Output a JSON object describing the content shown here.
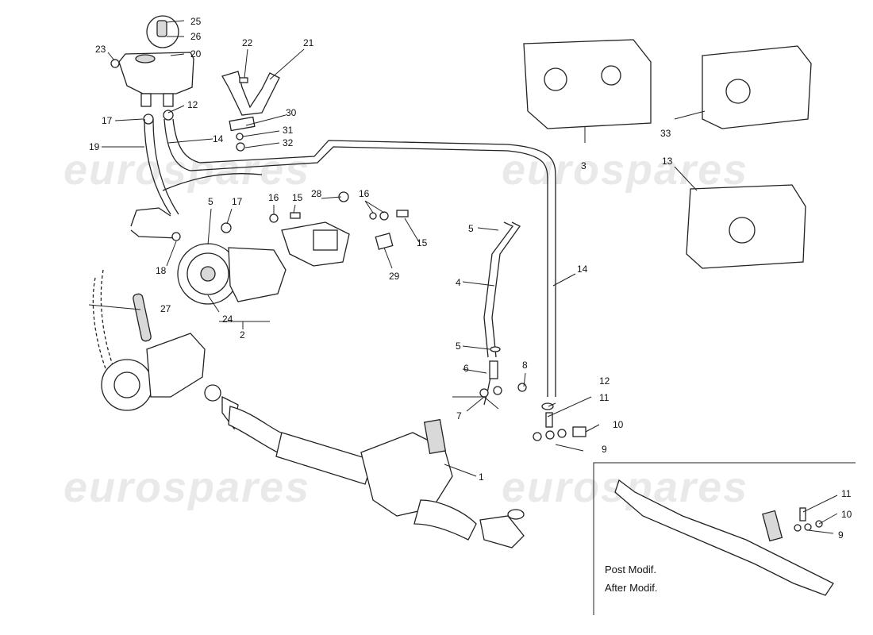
{
  "watermark": "eurospares",
  "callouts": {
    "c25": "25",
    "c26": "26",
    "c23": "23",
    "c20": "20",
    "c22": "22",
    "c21": "21",
    "c12a": "12",
    "c17a": "17",
    "c30": "30",
    "c31": "31",
    "c32": "32",
    "c19": "19",
    "c14a": "14",
    "c5a": "5",
    "c17b": "17",
    "c16a": "16",
    "c15a": "15",
    "c28": "28",
    "c16b": "16",
    "c15b": "15",
    "c29": "29",
    "c18": "18",
    "c24": "24",
    "c2": "2",
    "c27": "27",
    "c3": "3",
    "c33": "33",
    "c13": "13",
    "c5b": "5",
    "c4": "4",
    "c14b": "14",
    "c5c": "5",
    "c6": "6",
    "c8": "8",
    "c7": "7",
    "c12b": "12",
    "c11a": "11",
    "c10a": "10",
    "c9a": "9",
    "c1": "1",
    "c11b": "11",
    "c10b": "10",
    "c9b": "9"
  },
  "inset": {
    "line1": "Post Modif.",
    "line2": "After Modif."
  }
}
